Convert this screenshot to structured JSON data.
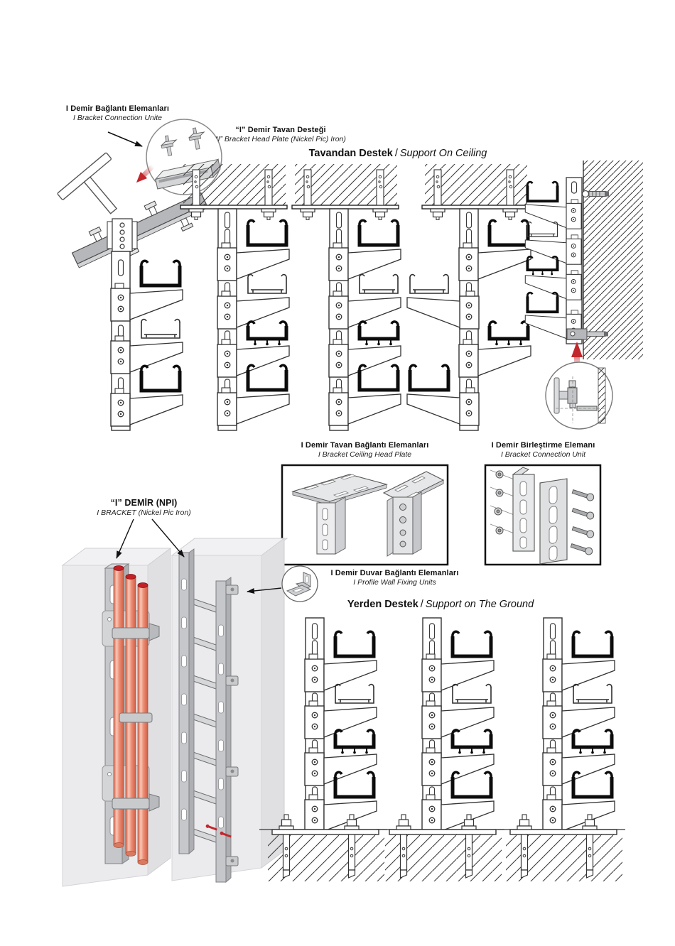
{
  "page": {
    "background": "#ffffff"
  },
  "colors": {
    "accent_red": "#c1272d",
    "pipe_cap": "#c42026",
    "metal": "#c6c7ca",
    "metal_dark": "#aeafb2",
    "slab": "#ebebed",
    "line": "#2e2e2e"
  },
  "annotations": {
    "bracket_connection": {
      "title_tr": "I Demir Bağlantı Elemanları",
      "subtitle_en": "I Bracket Connection Unite"
    },
    "ceiling_head": {
      "title_tr": "“I” Demir Tavan Desteği",
      "subtitle_en": "“I” Bracket Head Plate (Nickel Pic) Iron)"
    },
    "ceiling_plate_box": {
      "title_tr": "I Demir Tavan Bağlantı Elemanları",
      "subtitle_en": "I Bracket Ceiling Head Plate"
    },
    "connection_box": {
      "title_tr": "I Demir Birleştirme Elemanı",
      "subtitle_en": "I Bracket Connection Unit"
    },
    "npi": {
      "title_tr": "“I” DEMİR (NPI)",
      "subtitle_en": "I BRACKET (Nickel Pic Iron)"
    },
    "wall_fixing": {
      "title_tr": "I Demir Duvar Bağlantı Elemanları",
      "subtitle_en": "I Profile Wall Fixing Units"
    }
  },
  "sections": {
    "ceiling": {
      "title_tr": "Tavandan Destek",
      "separator": "/",
      "title_en": "Support On Ceiling"
    },
    "ground": {
      "title_tr": "Yerden Destek",
      "separator": "/",
      "title_en": "Support on The Ground"
    }
  }
}
